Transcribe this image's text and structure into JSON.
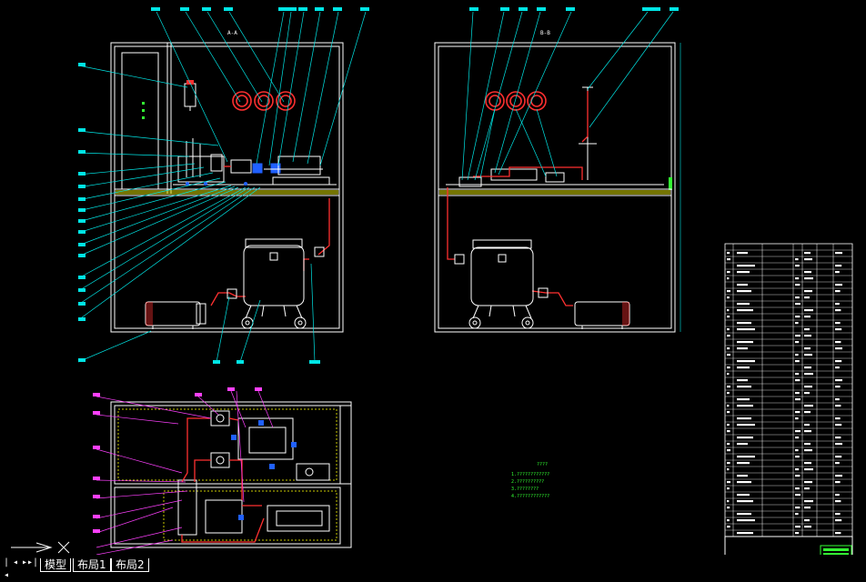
{
  "sections": {
    "a": "A-A",
    "b": "B-B"
  },
  "tech_notes": {
    "title": "????",
    "lines": [
      "1.????????????",
      "2.??????????",
      "3.????????",
      "4.????????????"
    ]
  },
  "tabs": {
    "model": "模型",
    "layout1": "布局1",
    "layout2": "布局2"
  },
  "colors": {
    "outline": "#ffffff",
    "pipe": "#ff3030",
    "fitting": "#2060ff",
    "leader": "#00e5e5",
    "magenta": "#ff40ff",
    "hatch": "#c8c800",
    "text_green": "#33ff33"
  }
}
